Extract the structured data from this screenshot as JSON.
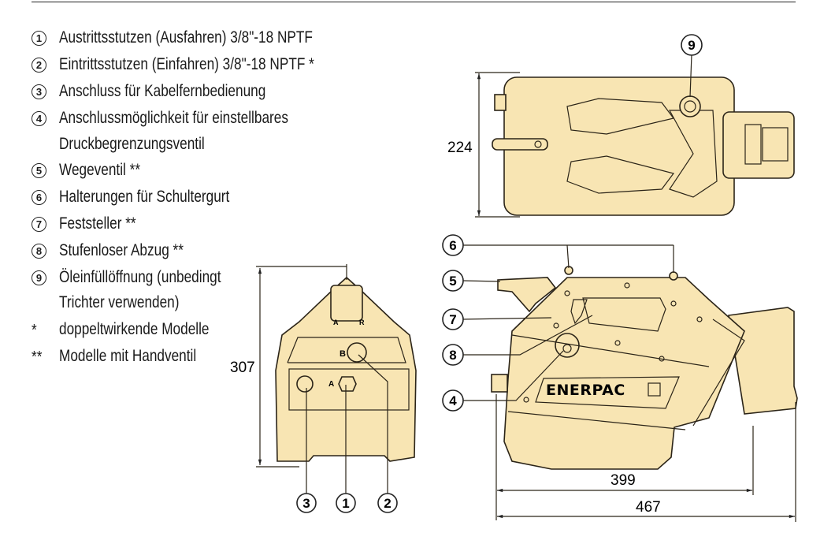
{
  "legend": [
    {
      "marker": "1",
      "text": "Austrittsstutzen (Ausfahren) 3/8\"-18 NPTF"
    },
    {
      "marker": "2",
      "text": "Eintrittsstutzen (Einfahren) 3/8\"-18 NPTF *"
    },
    {
      "marker": "3",
      "text": "Anschluss für Kabelfernbedienung"
    },
    {
      "marker": "4",
      "text": "Anschlussmöglichkeit für einstellbares"
    },
    {
      "marker": "",
      "text": "Druckbegrenzungsventil"
    },
    {
      "marker": "5",
      "text": "Wegeventil **"
    },
    {
      "marker": "6",
      "text": "Halterungen für Schultergurt"
    },
    {
      "marker": "7",
      "text": "Feststeller **"
    },
    {
      "marker": "8",
      "text": "Stufenloser Abzug **"
    },
    {
      "marker": "9",
      "text": "Öleinfüllöffnung (unbedingt"
    },
    {
      "marker": "",
      "text": "Trichter verwenden)"
    },
    {
      "marker": "*",
      "text": "doppeltwirkende Modelle"
    },
    {
      "marker": "**",
      "text": "Modelle mit Handventil"
    }
  ],
  "dimensions": {
    "front_height": "307",
    "top_depth": "224",
    "side_width_body": "399",
    "side_width_total": "467"
  },
  "front_labels": {
    "port_a_top": "A",
    "port_r_top": "R",
    "port_b": "B",
    "port_a": "A"
  },
  "callouts": {
    "c1": "1",
    "c2": "2",
    "c3": "3",
    "c4": "4",
    "c5": "5",
    "c6": "6",
    "c7": "7",
    "c8": "8",
    "c9": "9"
  },
  "brand": "ENERPAC",
  "colors": {
    "body": "#f8e5b3",
    "outline": "#2b2418"
  }
}
